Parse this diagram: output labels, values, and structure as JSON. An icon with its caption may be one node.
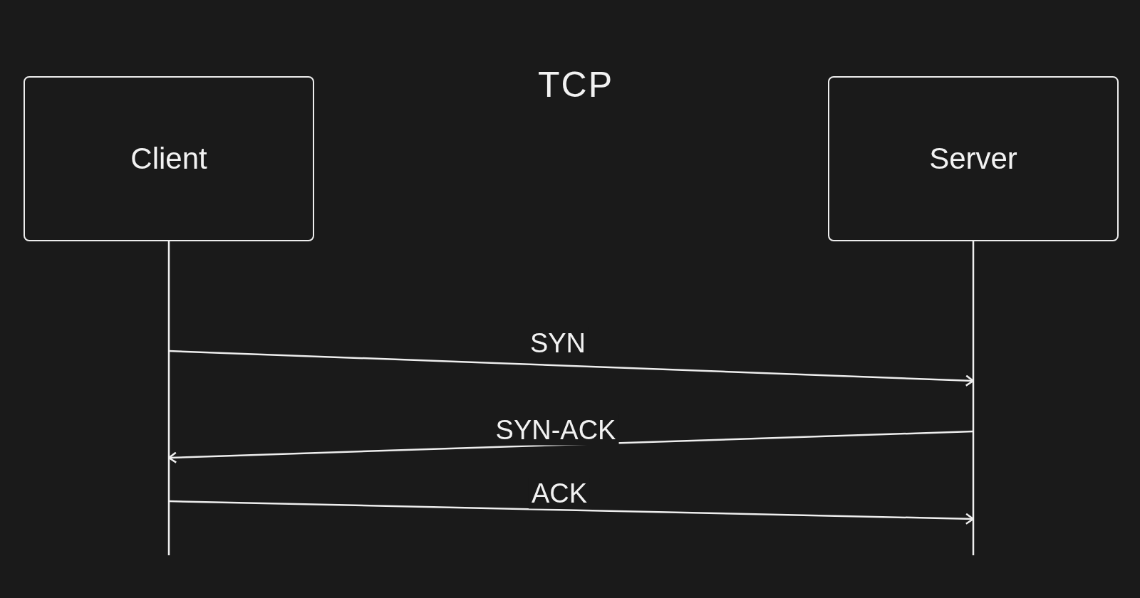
{
  "diagram": {
    "title": "TCP",
    "nodes": [
      {
        "text": [
          "Client"
        ]
      },
      {
        "text": [
          "Server"
        ]
      }
    ],
    "edges": [
      {
        "from": 0,
        "to": 1,
        "arrow": "to",
        "label": "SYN"
      },
      {
        "from": 1,
        "to": 0,
        "arrow": "to",
        "label": "SYN-ACK"
      },
      {
        "from": 0,
        "to": 1,
        "arrow": "to",
        "label": "ACK"
      }
    ]
  }
}
